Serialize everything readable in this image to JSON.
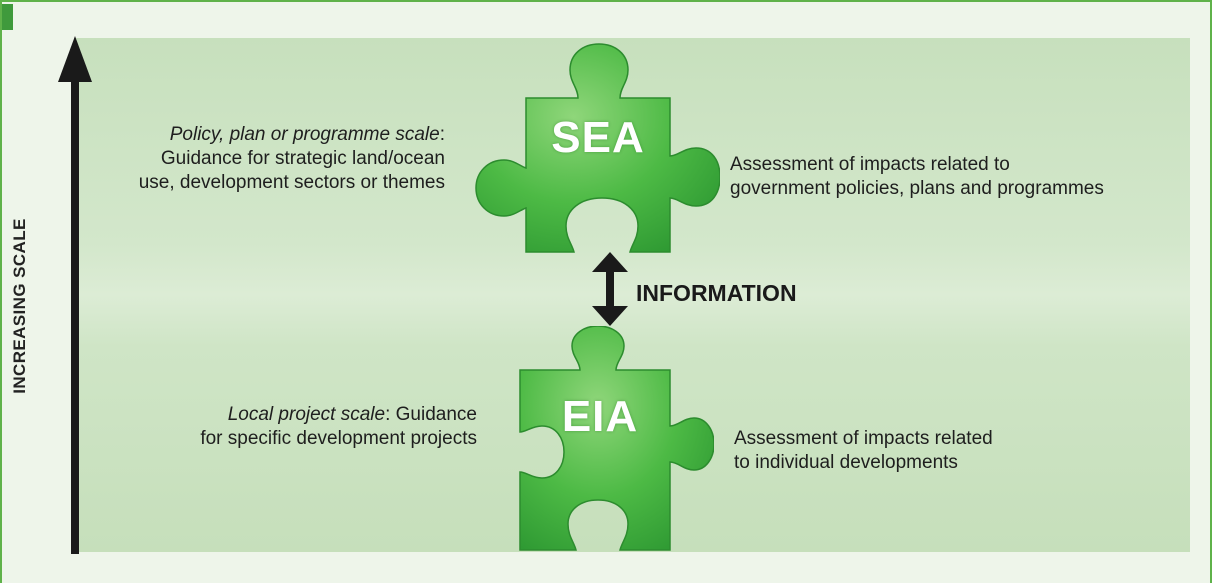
{
  "axis": {
    "label": "INCREASING SCALE"
  },
  "top_piece": {
    "label": "SEA",
    "left_text": {
      "italic_part": "Policy, plan or programme scale",
      "rest_line1": ":",
      "line2": "Guidance for strategic land/ocean",
      "line3": "use, development sectors or themes"
    },
    "right_text": {
      "line1": "Assessment of impacts related to",
      "line2": "government policies, plans and programmes"
    }
  },
  "link": {
    "label": "INFORMATION"
  },
  "bottom_piece": {
    "label": "EIA",
    "left_text": {
      "italic_part": "Local project scale",
      "rest_line1": ": Guidance",
      "line2": "for specific development projects"
    },
    "right_text": {
      "line1": "Assessment of impacts related",
      "line2": "to individual developments"
    }
  },
  "colors": {
    "puzzle_green": "#3fae3c",
    "puzzle_light": "#8fd67a",
    "panel_green": "#cfe5c6",
    "frame_border": "#5fb24a",
    "arrow": "#1a1a1a"
  }
}
